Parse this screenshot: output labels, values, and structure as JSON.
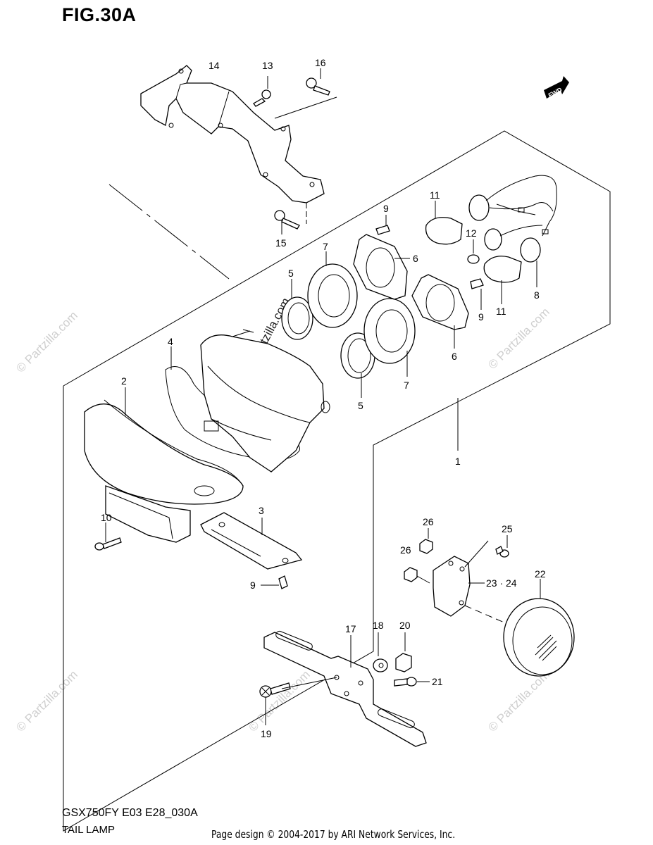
{
  "figure": {
    "title": "FIG.30A",
    "model_code": "GSX750FY E03 E28_030A",
    "section_name": "TAIL LAMP",
    "credit": "Page design © 2004-2017 by ARI Network Services, Inc."
  },
  "direction_marker": {
    "label": "FWD"
  },
  "watermark": {
    "text": "© Partzilla.com"
  },
  "callouts": [
    "1",
    "2",
    "3",
    "4",
    "5",
    "5",
    "6",
    "6",
    "7",
    "7",
    "8",
    "9",
    "9",
    "9",
    "10",
    "11",
    "11",
    "12",
    "13",
    "14",
    "15",
    "16",
    "17",
    "18",
    "19",
    "20",
    "21",
    "22",
    "23 · 24",
    "25",
    "26",
    "26"
  ]
}
